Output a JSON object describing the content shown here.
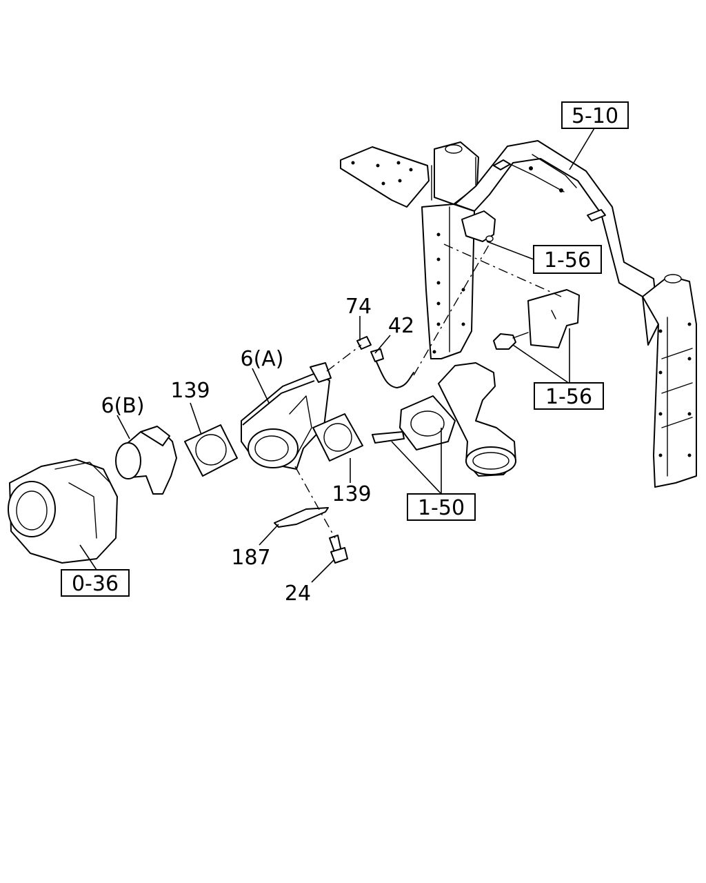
{
  "callouts": {
    "c_5_10": "5-10",
    "c_1_56_top": "1-56",
    "c_1_56_bottom": "1-56",
    "c_1_50": "1-50",
    "c_0_36": "0-36",
    "c_74": "74",
    "c_42": "42",
    "c_6a": "6(A)",
    "c_6b": "6(B)",
    "c_139_left": "139",
    "c_139_right": "139",
    "c_187": "187",
    "c_24": "24"
  }
}
